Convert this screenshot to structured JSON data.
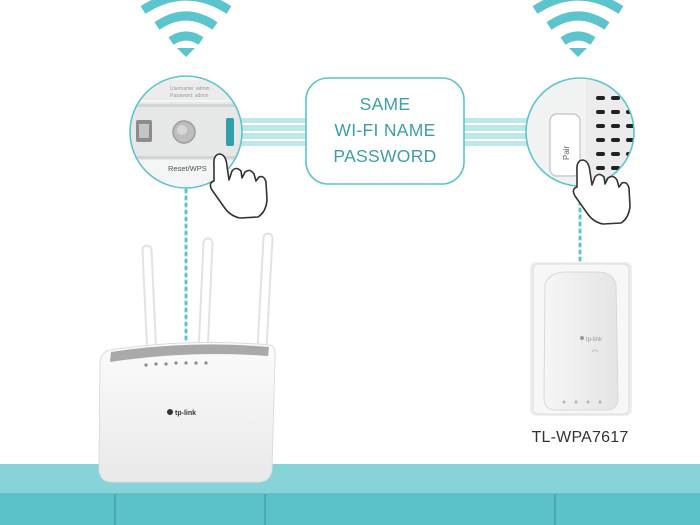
{
  "center_box": {
    "line1": "SAME",
    "line2": "WI-FI NAME",
    "line3": "PASSWORD"
  },
  "router": {
    "button_label": "Reset/WPS",
    "label_text_1": "Username: admin",
    "label_text_2": "Password: admin",
    "brand": "tp-link"
  },
  "extender": {
    "model": "TL-WPA7617",
    "button_label": "Pair",
    "brand": "tp-link"
  },
  "colors": {
    "accent": "#5cc4cc",
    "accent_light": "#bde7ea",
    "table": "#86d3d8",
    "table_front": "#5cc2c9"
  }
}
